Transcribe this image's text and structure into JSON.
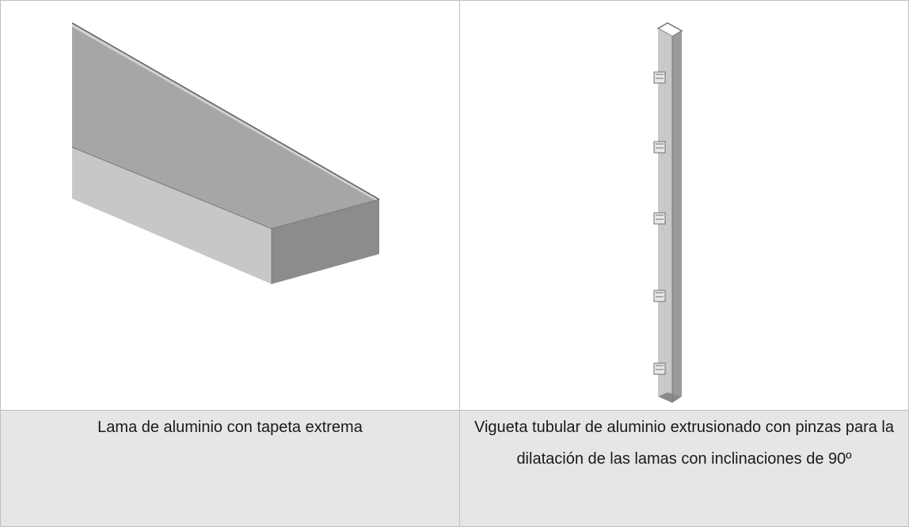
{
  "table": {
    "captions": [
      "Lama de aluminio con tapeta extrema",
      "Vigueta tubular de aluminio extrusionado con pinzas para la dilatación de las lamas con inclinaciones de 90º"
    ],
    "images": [
      {
        "subject": "aluminium-slat-render"
      },
      {
        "subject": "aluminium-tubular-joist-render"
      }
    ]
  },
  "colors": {
    "caption_bg": "#e6e6e6",
    "border": "#bfbfbf",
    "text": "#1a1a1a"
  }
}
